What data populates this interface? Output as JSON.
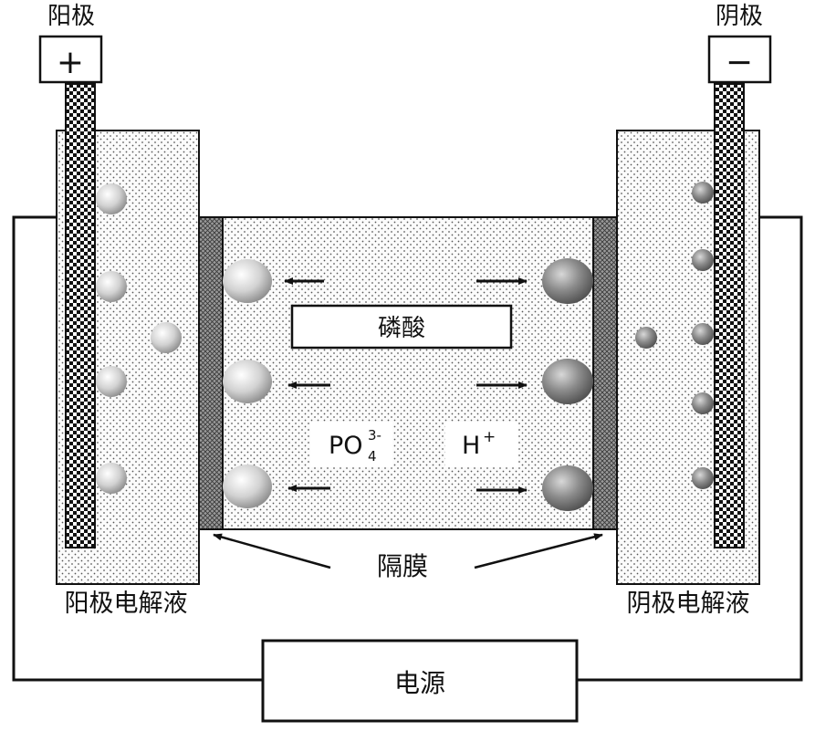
{
  "labels": {
    "anode": "阳极",
    "cathode": "阴极",
    "anode_sign": "+",
    "cathode_sign": "−",
    "phosphoric_acid": "磷酸",
    "phosphate_ion": "PO",
    "phosphate_sub": "4",
    "phosphate_sup": "3-",
    "hydrogen_ion": "H",
    "hydrogen_sup": "+",
    "membrane": "隔膜",
    "anolyte": "阳极电解液",
    "catholyte": "阴极电解液",
    "power_supply": "电源"
  },
  "colors": {
    "line": "#111111",
    "fill_dot": "#555555",
    "membrane": "#666666",
    "anode_ball": "#d6d6d6",
    "cathode_ball": "#7a7a7a"
  }
}
